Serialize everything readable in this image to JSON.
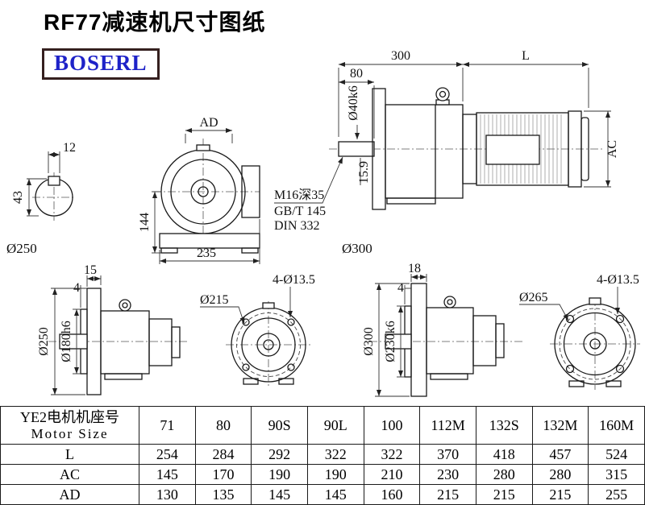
{
  "page": {
    "title": "RF77减速机尺寸图纸",
    "logo_text": "BOSERL"
  },
  "colors": {
    "logo_blue": "#1e22c8",
    "line_color": "#1a1a1a"
  },
  "drawings": {
    "flange_label_left": "Ø250",
    "flange_label_right": "Ø300",
    "shaft_section": {
      "key_width": "12",
      "key_height": "43"
    },
    "front_view": {
      "ad": "AD",
      "h144": "144",
      "w235": "235"
    },
    "side_view": {
      "d300": "300",
      "L": "L",
      "d80": "80",
      "shaft_dia": "Ø40k6",
      "ac": "AC",
      "d159": "15.9",
      "tap_note_1": "M16深35",
      "tap_note_2": "GB/T 145",
      "tap_note_3": "DIN 332"
    },
    "flange250_side": {
      "d15": "15",
      "d4": "4",
      "od": "Ø250",
      "spigot": "Ø180h6"
    },
    "flange250_front": {
      "bolt_circle": "Ø215",
      "holes": "4-Ø13.5"
    },
    "flange300_side": {
      "d18": "18",
      "d4": "4",
      "od": "Ø300",
      "spigot": "Ø230k6"
    },
    "flange300_front": {
      "bolt_circle": "Ø265",
      "holes": "4-Ø13.5"
    }
  },
  "table": {
    "header_cn": "YE2电机机座号",
    "header_en": "Motor Size",
    "columns": [
      "71",
      "80",
      "90S",
      "90L",
      "100",
      "112M",
      "132S",
      "132M",
      "160M"
    ],
    "rows": [
      {
        "label": "L",
        "values": [
          "254",
          "284",
          "292",
          "322",
          "322",
          "370",
          "418",
          "457",
          "524"
        ]
      },
      {
        "label": "AC",
        "values": [
          "145",
          "170",
          "190",
          "190",
          "210",
          "230",
          "280",
          "280",
          "315"
        ]
      },
      {
        "label": "AD",
        "values": [
          "130",
          "135",
          "145",
          "145",
          "160",
          "215",
          "215",
          "215",
          "255"
        ]
      }
    ]
  }
}
